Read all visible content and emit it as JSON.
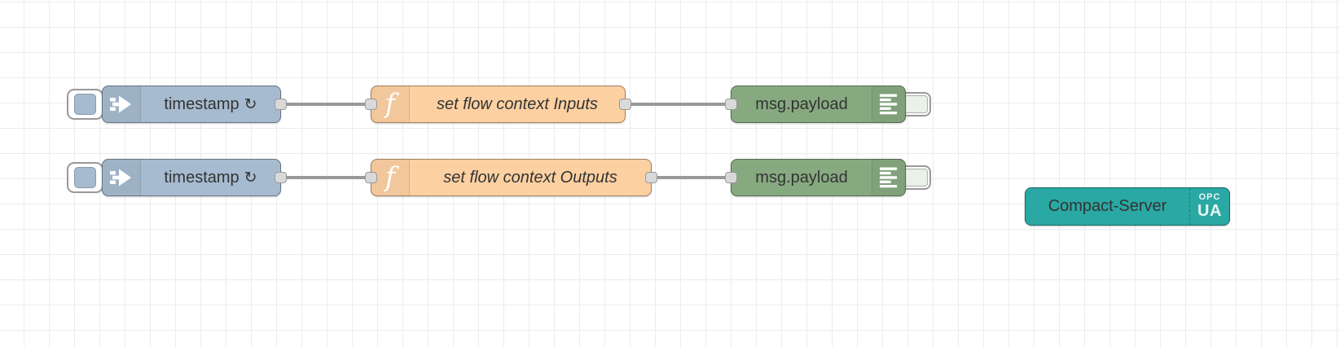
{
  "colors": {
    "inject": "#a6bbcf",
    "function": "#fdd0a2",
    "debug": "#87a980",
    "server": "#2aa8a3",
    "wire": "#999999",
    "port-fill": "#d9d9d9",
    "node-border": "#999999",
    "grid": "#ececec",
    "label-text": "#333333"
  },
  "nodes": {
    "inject1": {
      "type": "inject",
      "label": "timestamp",
      "repeat_glyph": "↻"
    },
    "inject2": {
      "type": "inject",
      "label": "timestamp",
      "repeat_glyph": "↻"
    },
    "function1": {
      "type": "function",
      "label": "set flow context Inputs",
      "icon_glyph": "f"
    },
    "function2": {
      "type": "function",
      "label": "set flow context Outputs",
      "icon_glyph": "f"
    },
    "debug1": {
      "type": "debug",
      "label": "msg.payload"
    },
    "debug2": {
      "type": "debug",
      "label": "msg.payload"
    },
    "server": {
      "type": "opcua-compact-server",
      "label": "Compact-Server",
      "badge_line1": "OPC",
      "badge_line2": "UA"
    }
  }
}
